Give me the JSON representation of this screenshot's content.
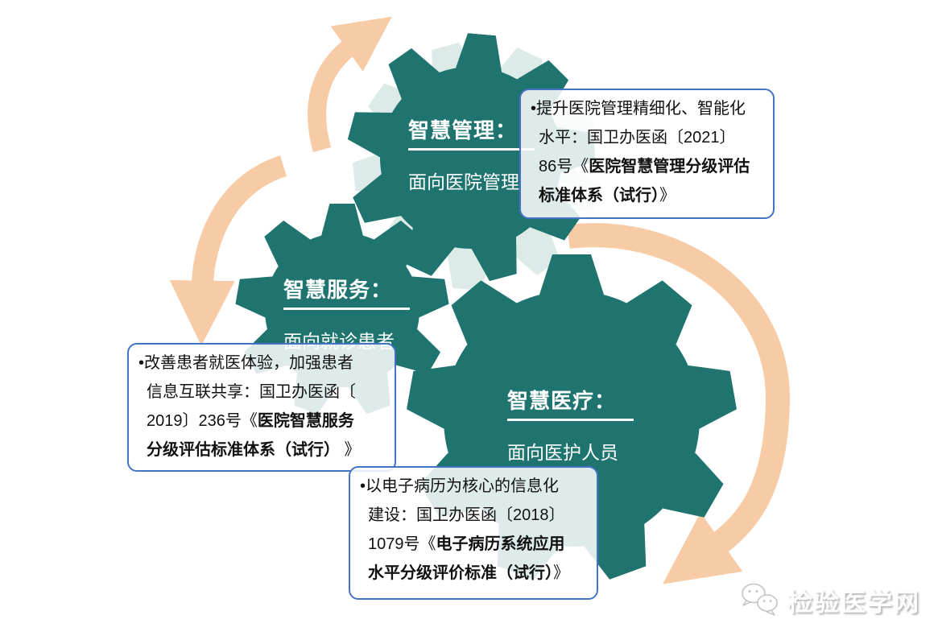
{
  "gears": [
    {
      "id": "management",
      "title": "智慧管理：",
      "subtitle": "面向医院管理"
    },
    {
      "id": "service",
      "title": "智慧服务：",
      "subtitle": "面向就诊患者"
    },
    {
      "id": "medical",
      "title": "智慧医疗：",
      "subtitle": "面向医护人员"
    }
  ],
  "notes": [
    {
      "for": "management",
      "lines": [
        {
          "n1": "•提升医院管理精细化、智能化",
          "b": "",
          "n2": ""
        },
        {
          "n1": "水平：国卫办医函〔2021〕",
          "b": "",
          "n2": ""
        },
        {
          "n1": "86号《",
          "b": "医院智慧管理分级评估",
          "n2": ""
        },
        {
          "n1": "",
          "b": "标准体系（试行）",
          "n2": "》"
        }
      ]
    },
    {
      "for": "service",
      "lines": [
        {
          "n1": "•改善患者就医体验，加强患者",
          "b": "",
          "n2": ""
        },
        {
          "n1": "信息互联共享：国卫办医函〔",
          "b": "",
          "n2": ""
        },
        {
          "n1": "2019〕236号《",
          "b": "医院智慧服务",
          "n2": ""
        },
        {
          "n1": "",
          "b": "分级评估标准体系（试行）",
          "n2": " 》"
        }
      ]
    },
    {
      "for": "medical",
      "lines": [
        {
          "n1": "•以电子病历为核心的信息化",
          "b": "",
          "n2": ""
        },
        {
          "n1": "建设：国卫办医函〔2018〕",
          "b": "",
          "n2": ""
        },
        {
          "n1": "1079号《",
          "b": "电子病历系统应用",
          "n2": ""
        },
        {
          "n1": "",
          "b": "水平分级评价标准（试行）",
          "n2": "》"
        }
      ]
    }
  ],
  "watermark": {
    "label": "检验医学网",
    "icon": "wechat-icon"
  },
  "colors": {
    "gear_teal": "#1F7470",
    "gear_echo": "#DCEBE8",
    "arrow_peach": "#F7CBA6",
    "box_border": "#4472C4"
  }
}
